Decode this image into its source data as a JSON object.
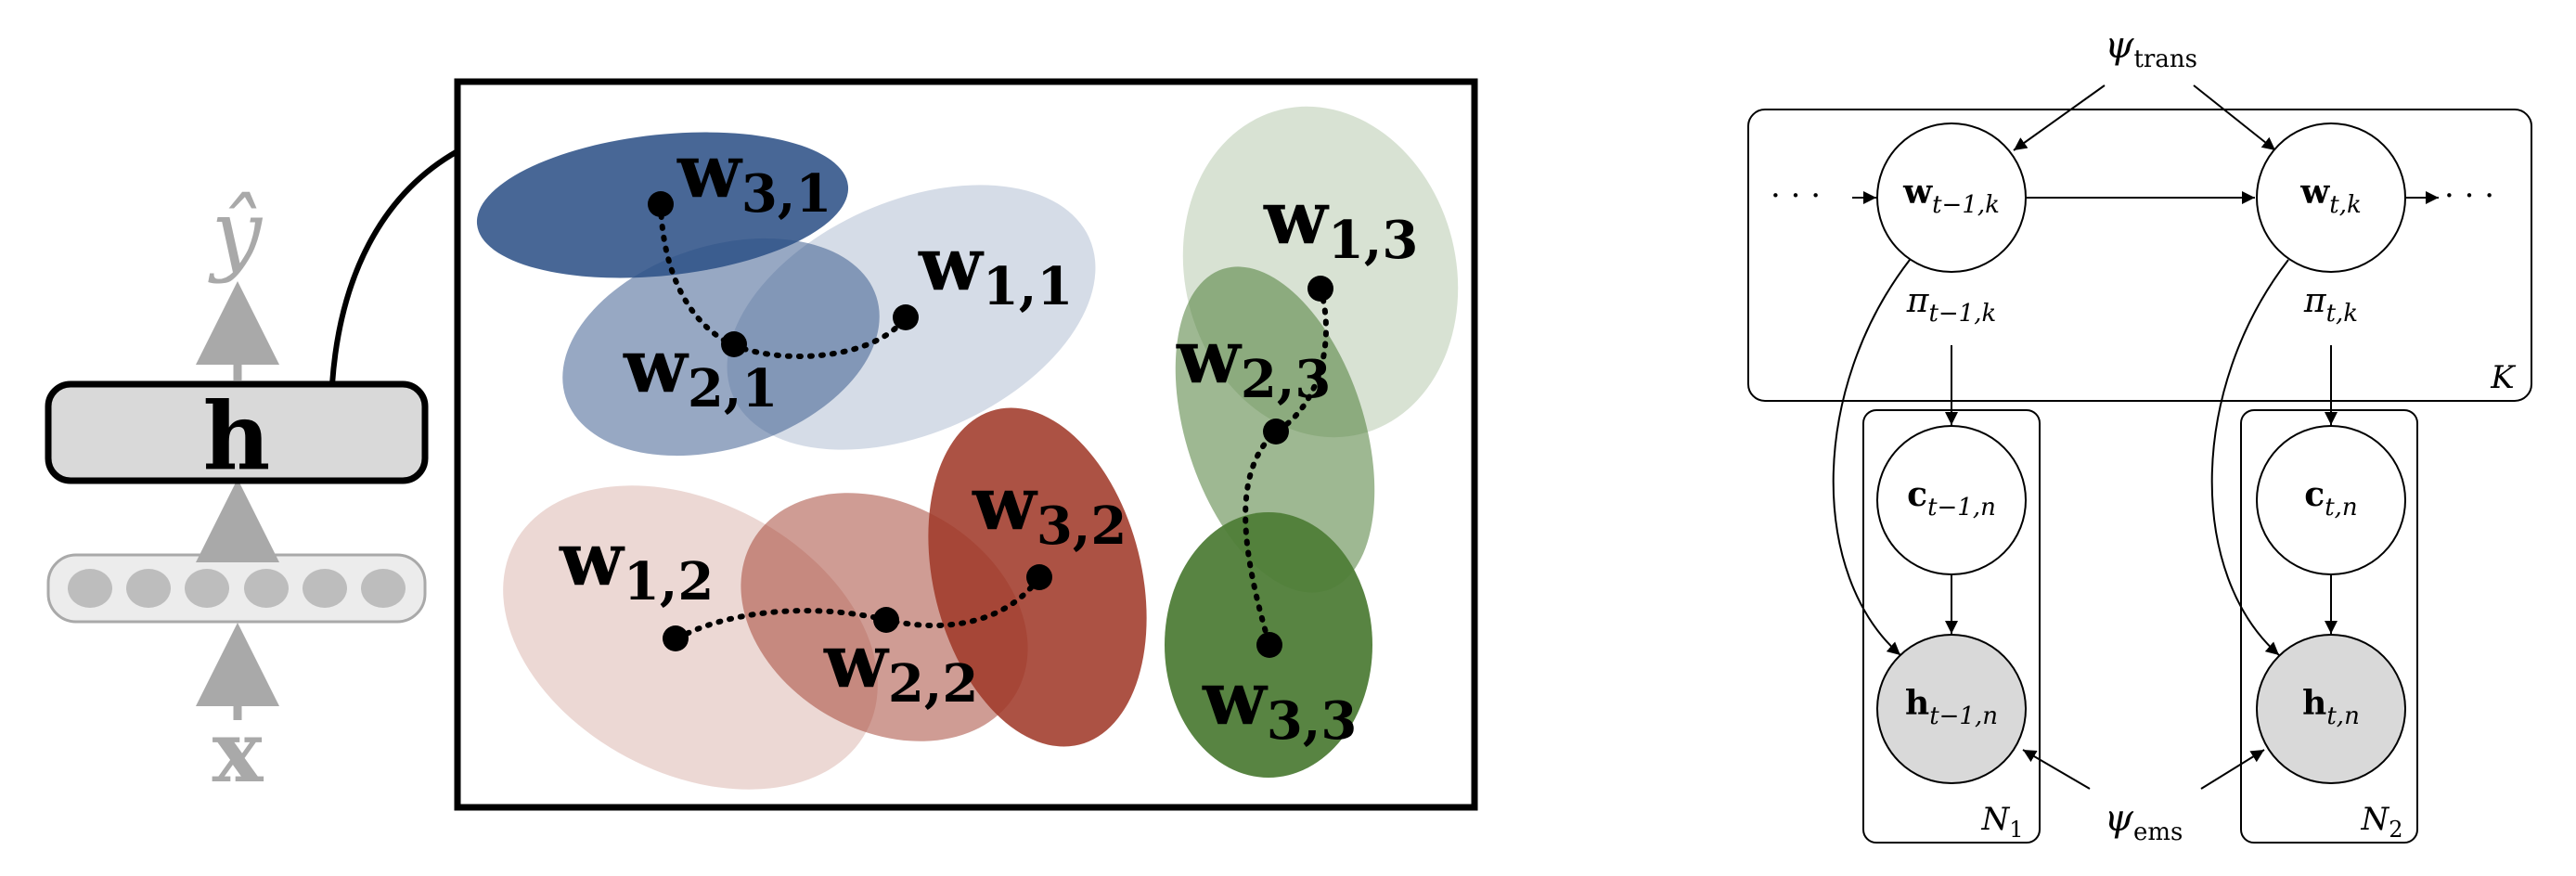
{
  "network": {
    "input_label": "x",
    "hidden_label": "h",
    "output_label": "ŷ",
    "input_units": 6
  },
  "clusters": [
    {
      "name": "blue",
      "color": "#2f5287",
      "points": [
        {
          "label": "w",
          "sub": "3,1"
        },
        {
          "label": "w",
          "sub": "2,1"
        },
        {
          "label": "w",
          "sub": "1,1"
        }
      ]
    },
    {
      "name": "red",
      "color": "#a03a2a",
      "points": [
        {
          "label": "w",
          "sub": "1,2"
        },
        {
          "label": "w",
          "sub": "2,2"
        },
        {
          "label": "w",
          "sub": "3,2"
        }
      ]
    },
    {
      "name": "green",
      "color": "#4f7d38",
      "points": [
        {
          "label": "w",
          "sub": "1,3"
        },
        {
          "label": "w",
          "sub": "2,3"
        },
        {
          "label": "w",
          "sub": "3,3"
        }
      ]
    }
  ],
  "graphical_model": {
    "psi_trans": {
      "main": "ψ",
      "sub": "trans"
    },
    "psi_ems": {
      "main": "ψ",
      "sub": "ems"
    },
    "plate_K": "K",
    "plate_N1": {
      "main": "N",
      "sub": "1"
    },
    "plate_N2": {
      "main": "N",
      "sub": "2"
    },
    "ellipsis": "· · ·",
    "nodes": {
      "w_prev": {
        "main": "w",
        "sub": "t−1,k"
      },
      "w_cur": {
        "main": "w",
        "sub": "t,k"
      },
      "pi_prev": {
        "main": "π",
        "sub": "t−1,k"
      },
      "pi_cur": {
        "main": "π",
        "sub": "t,k"
      },
      "c_prev": {
        "main": "c",
        "sub": "t−1,n"
      },
      "c_cur": {
        "main": "c",
        "sub": "t,n"
      },
      "h_prev": {
        "main": "h",
        "sub": "t−1,n"
      },
      "h_cur": {
        "main": "h",
        "sub": "t,n"
      }
    }
  }
}
